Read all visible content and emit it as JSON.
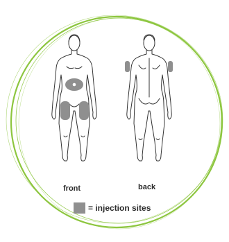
{
  "labels": {
    "front": "front",
    "back": "back",
    "legend": "= injection sites"
  },
  "colors": {
    "ring": "#8dc63f",
    "site": "#8f8f8f",
    "outline": "#333333"
  },
  "icons": {
    "navel": "navel-icon"
  }
}
